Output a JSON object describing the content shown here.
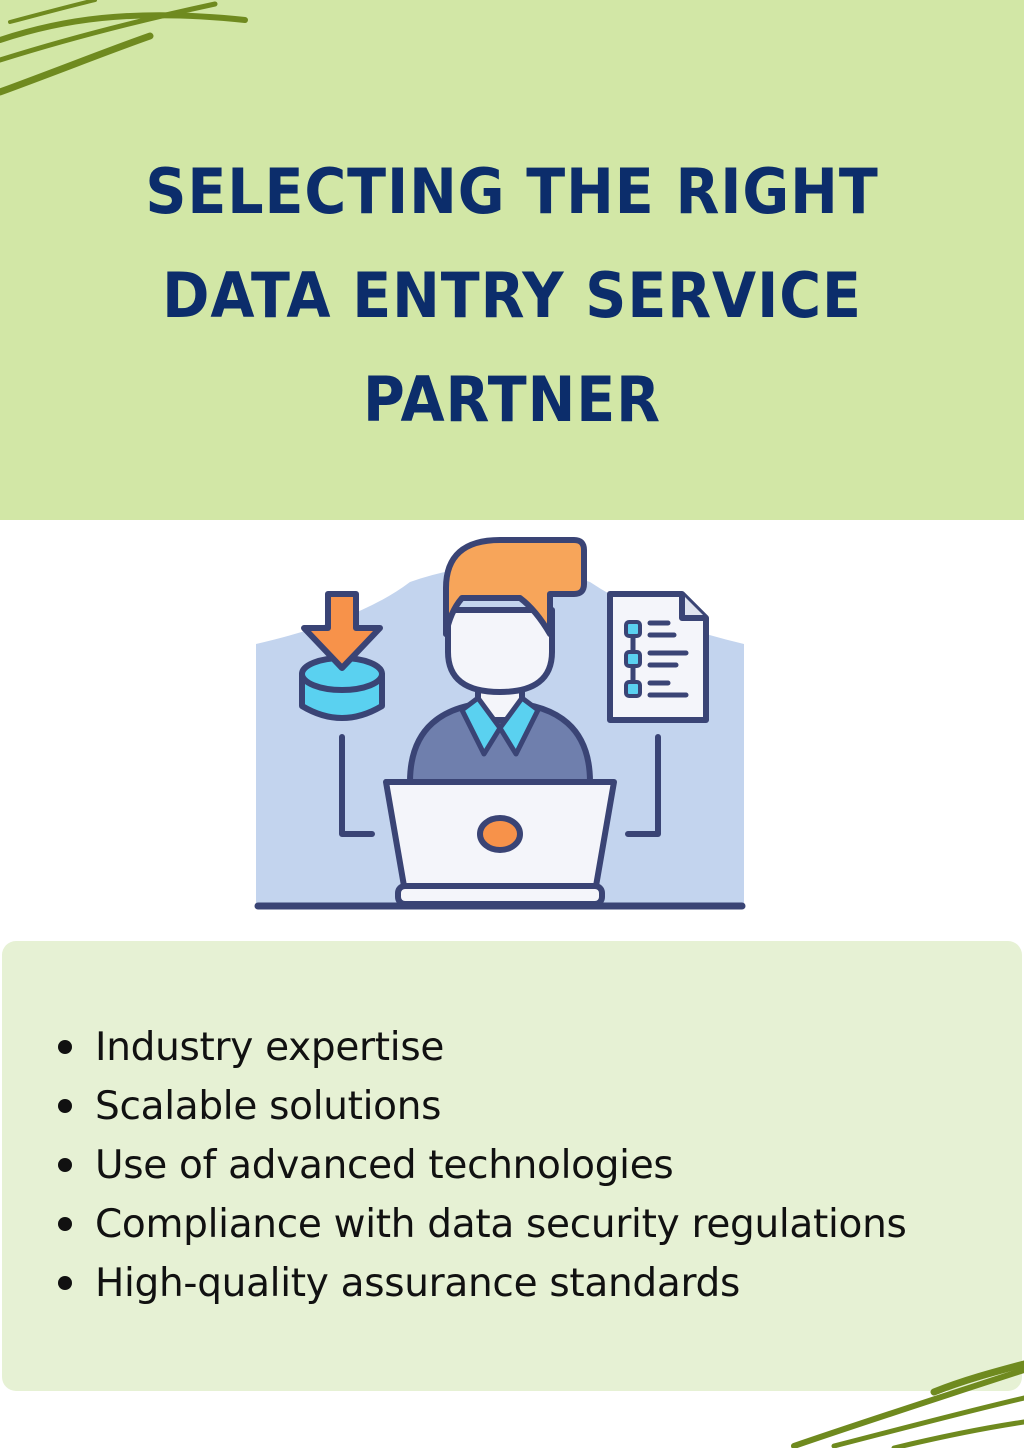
{
  "title": {
    "lines": [
      "SELECTING THE RIGHT",
      "DATA ENTRY SERVICE",
      "PARTNER"
    ]
  },
  "features": [
    "Industry expertise",
    "Scalable solutions",
    "Use of advanced technologies",
    "Compliance with data security regulations",
    "High-quality assurance standards"
  ],
  "colors": {
    "header_bg": "#d2e7a6",
    "panel_bg": "#e6f1d4",
    "title": "#0c2d6b",
    "brush": "#6f8a1f",
    "illustration_bg": "#c3d4ee",
    "outline": "#3a4475",
    "hair": "#f7a55a",
    "accent_blue": "#5ad1f0"
  },
  "icons": [
    "brush-stroke-decoration",
    "data-entry-operator-illustration",
    "database-download-icon",
    "document-list-icon",
    "laptop-icon"
  ]
}
